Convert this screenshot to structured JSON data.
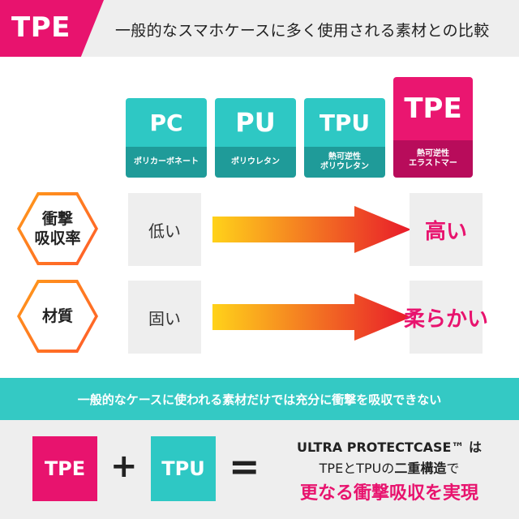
{
  "header": {
    "tag": "TPE",
    "title": "一般的なスマホケースに多く使用される素材との比較"
  },
  "materials": [
    {
      "name": "PC",
      "desc": "ポリカーボネート"
    },
    {
      "name": "PU",
      "desc": "ポリウレタン"
    },
    {
      "name": "TPU",
      "desc": "熱可逆性\nポリウレタン"
    },
    {
      "name": "TPE",
      "desc": "熱可逆性\nエラストマー"
    }
  ],
  "rows": [
    {
      "label": "衝撃\n吸収率",
      "low": "低い",
      "high": "高い"
    },
    {
      "label": "材質",
      "low": "固い",
      "high": "柔らかい"
    }
  ],
  "band_text": "一般的なケースに使われる素材だけでは充分に衝撃を吸収できない",
  "formula": {
    "a": "TPE",
    "plus": "+",
    "b": "TPU",
    "equals": "=",
    "result_line1": "ULTRA PROTECTCASE™ は",
    "result_line2_part1": "TPEとTPUの",
    "result_line2_part2": "二重構造",
    "result_line2_part3": "で",
    "result_line3": "更なる衝撃吸収を実現"
  },
  "colors": {
    "accent_pink": "#e8136e",
    "accent_teal": "#2ec8c4",
    "arrow_start": "#ffd21a",
    "arrow_end": "#e81a2a",
    "hex_border": "#ff7a22"
  }
}
